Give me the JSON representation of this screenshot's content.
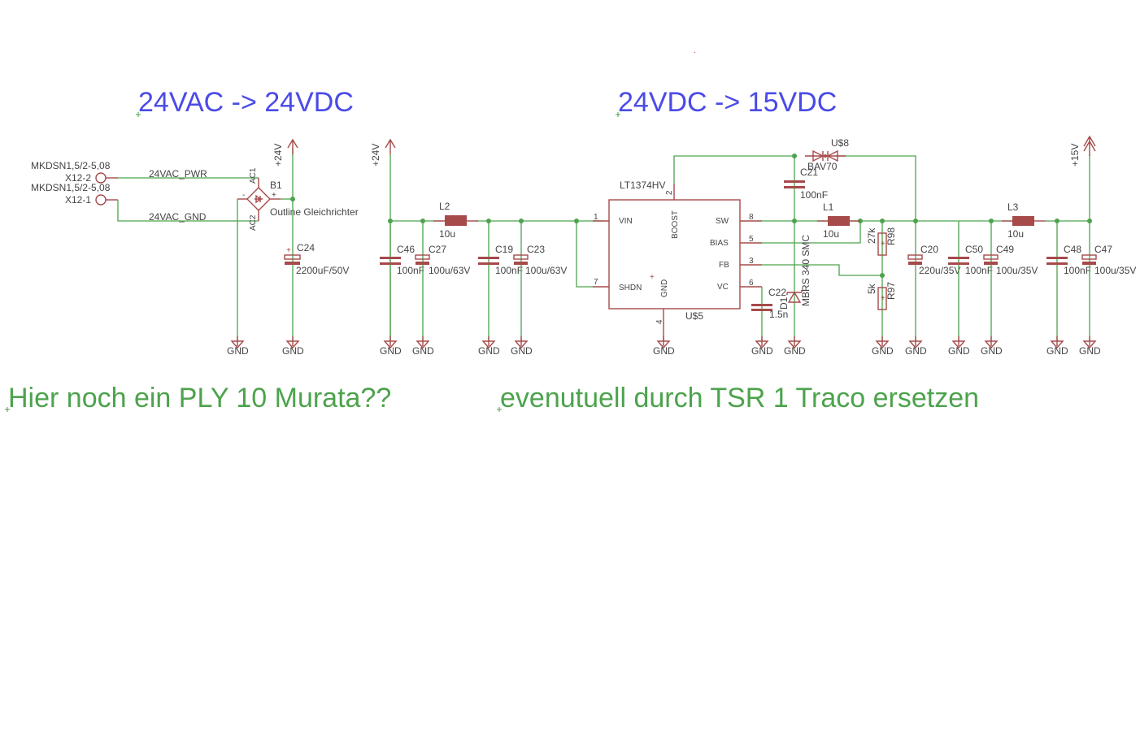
{
  "headings": {
    "left": "24VAC -> 24VDC",
    "right": "24VDC -> 15VDC"
  },
  "notes": {
    "left": "Hier noch ein PLY 10 Murata??",
    "right": "evenutuell durch TSR 1 Traco ersetzen"
  },
  "connectors": [
    {
      "part": "MKDSN1,5/2-5,08",
      "pin": "X12-2"
    },
    {
      "part": "MKDSN1,5/2-5,08",
      "pin": "X12-1"
    }
  ],
  "nets": {
    "ac_pwr": "24VAC_PWR",
    "ac_gnd": "24VAC_GND"
  },
  "rectifier": {
    "name": "B1",
    "value": "Outline Gleichrichter",
    "ac1": "AC1",
    "ac2": "AC2",
    "plus": "+",
    "minus": "-"
  },
  "supplies": {
    "v24": "+24V",
    "v15": "+15V",
    "gnd": "GND"
  },
  "capacitors": {
    "C24": {
      "name": "C24",
      "value": "2200uF/50V"
    },
    "C46": {
      "name": "C46",
      "value": "100nF"
    },
    "C27": {
      "name": "C27",
      "value": "100u/63V"
    },
    "C19": {
      "name": "C19",
      "value": "100nF"
    },
    "C23": {
      "name": "C23",
      "value": "100u/63V"
    },
    "C21": {
      "name": "C21",
      "value": "100nF"
    },
    "C22": {
      "name": "C22",
      "value": "1.5n"
    },
    "C20": {
      "name": "C20",
      "value": "220u/35V"
    },
    "C50": {
      "name": "C50",
      "value": "100nF"
    },
    "C49": {
      "name": "C49",
      "value": "100u/35V"
    },
    "C48": {
      "name": "C48",
      "value": "100nF"
    },
    "C47": {
      "name": "C47",
      "value": "100u/35V"
    }
  },
  "inductors": {
    "L2": {
      "name": "L2",
      "value": "10u"
    },
    "L1": {
      "name": "L1",
      "value": "10u"
    },
    "L3": {
      "name": "L3",
      "value": "10u"
    }
  },
  "resistors": {
    "R98": {
      "name": "R98",
      "value": "27k"
    },
    "R97": {
      "name": "R97",
      "value": "5k"
    }
  },
  "diodes": {
    "D1": {
      "name": "D1",
      "value": "MBRS 340 SMC"
    },
    "U8": {
      "name": "U$8",
      "value": "BAV70"
    }
  },
  "ic": {
    "name": "U$5",
    "value": "LT1374HV",
    "pins": {
      "vin": {
        "label": "VIN",
        "num": "1"
      },
      "shdn": {
        "label": "SHDN",
        "num": "7"
      },
      "boost": {
        "label": "BOOST",
        "num": "2"
      },
      "gnd": {
        "label": "GND",
        "num": "4"
      },
      "sw": {
        "label": "SW",
        "num": "8"
      },
      "bias": {
        "label": "BIAS",
        "num": "5"
      },
      "fb": {
        "label": "FB",
        "num": "3"
      },
      "vc": {
        "label": "VC",
        "num": "6"
      }
    }
  }
}
